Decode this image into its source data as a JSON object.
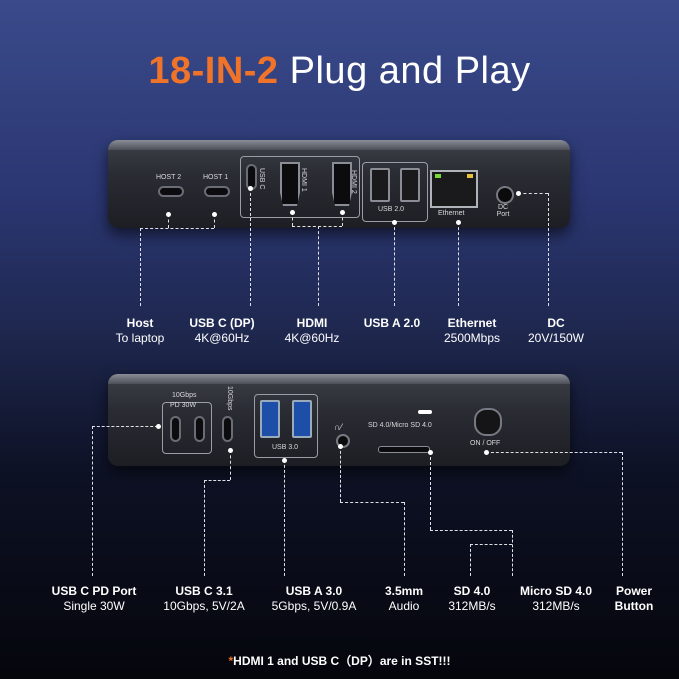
{
  "title": {
    "accent": "18-IN-2",
    "rest": "Plug and Play"
  },
  "top_device": {
    "port_labels": {
      "host2": "HOST 2",
      "host1": "HOST 1",
      "usbc": "USB C",
      "hdmi1": "HDMI 1",
      "hdmi2": "HDMI 2",
      "usb20": "USB 2.0",
      "ethernet": "Ethernet",
      "dc_port": "DC Port"
    },
    "callouts": [
      {
        "title": "Host",
        "sub": "To laptop"
      },
      {
        "title": "USB C (DP)",
        "sub": "4K@60Hz"
      },
      {
        "title": "HDMI",
        "sub": "4K@60Hz"
      },
      {
        "title": "USB A 2.0",
        "sub": ""
      },
      {
        "title": "Ethernet",
        "sub": "2500Mbps"
      },
      {
        "title": "DC",
        "sub": "20V/150W"
      }
    ]
  },
  "bottom_device": {
    "port_labels": {
      "pd_group_line1": "10Gbps",
      "pd_group_line2": "PD 30W",
      "usbc_10g": "10Gbps",
      "usb30": "USB 3.0",
      "sd_label": "SD 4.0/Micro SD 4.0",
      "power_label": "ON / OFF"
    },
    "callouts": [
      {
        "title": "USB C PD Port",
        "sub": "Single 30W"
      },
      {
        "title": "USB C 3.1",
        "sub": "10Gbps, 5V/2A"
      },
      {
        "title": "USB A 3.0",
        "sub": "5Gbps, 5V/0.9A"
      },
      {
        "title": "3.5mm",
        "sub": "Audio"
      },
      {
        "title": "SD 4.0",
        "sub": "312MB/s"
      },
      {
        "title": "Micro SD 4.0",
        "sub": "312MB/s"
      },
      {
        "title": "Power",
        "sub": "Button"
      }
    ]
  },
  "footnote": {
    "star": "*",
    "text": "HDMI 1 and USB C（DP）are in SST!!!"
  }
}
